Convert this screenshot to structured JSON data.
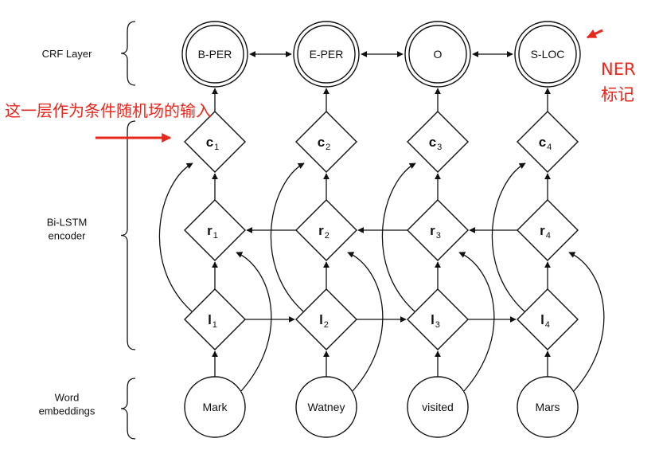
{
  "sections": [
    {
      "id": "crf",
      "label": [
        "CRF Layer"
      ]
    },
    {
      "id": "bilstm",
      "label": [
        "Bi-LSTM",
        "encoder"
      ]
    },
    {
      "id": "emb",
      "label": [
        "Word",
        "embeddings"
      ]
    }
  ],
  "tags": [
    "B-PER",
    "E-PER",
    "O",
    "S-LOC"
  ],
  "words": [
    "Mark",
    "Watney",
    "visited",
    "Mars"
  ],
  "c_nodes": [
    {
      "base": "c",
      "sub": "1"
    },
    {
      "base": "c",
      "sub": "2"
    },
    {
      "base": "c",
      "sub": "3"
    },
    {
      "base": "c",
      "sub": "4"
    }
  ],
  "r_nodes": [
    {
      "base": "r",
      "sub": "1"
    },
    {
      "base": "r",
      "sub": "2"
    },
    {
      "base": "r",
      "sub": "3"
    },
    {
      "base": "r",
      "sub": "4"
    }
  ],
  "l_nodes": [
    {
      "base": "l",
      "sub": "1"
    },
    {
      "base": "l",
      "sub": "2"
    },
    {
      "base": "l",
      "sub": "3"
    },
    {
      "base": "l",
      "sub": "4"
    }
  ],
  "annotations": {
    "crf_input_note": "这一层作为条件随机场的输入",
    "ner_note": [
      "NER",
      "标记"
    ]
  },
  "colors": {
    "line": "#111111",
    "annotation": "#e8271c"
  }
}
